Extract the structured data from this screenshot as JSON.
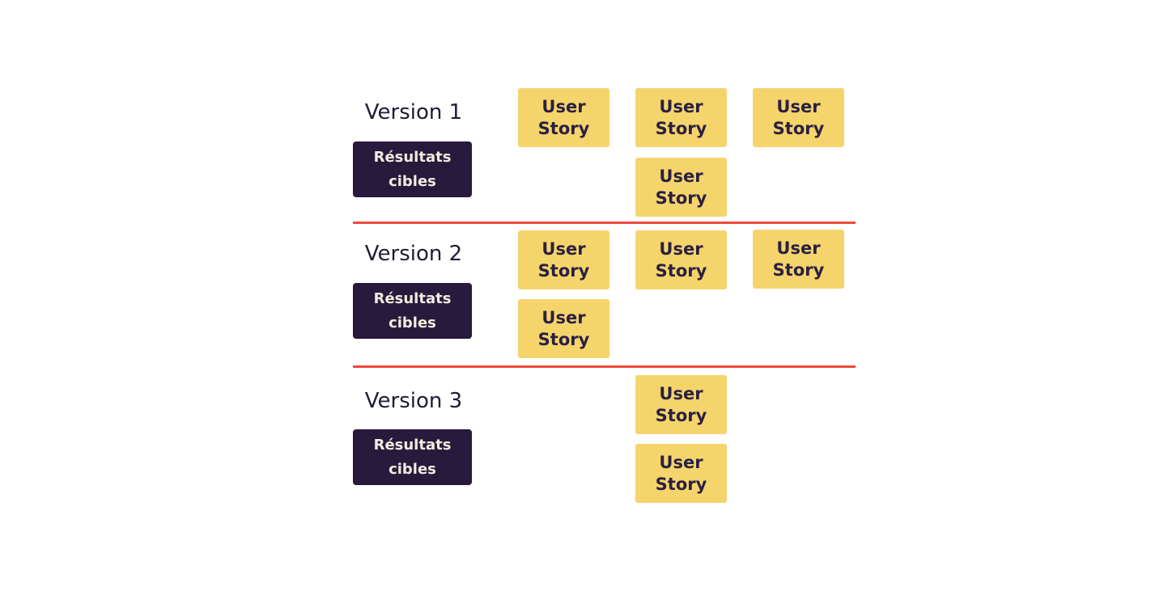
{
  "colors": {
    "result_box": "#281a3c",
    "story": "#f6d46c",
    "separator": "#f04a3a"
  },
  "versions": [
    {
      "label": "Version 1",
      "result": "Résultats cibles",
      "stories": [
        "User Story",
        "User Story",
        "User Story",
        "User Story"
      ]
    },
    {
      "label": "Version 2",
      "result": "Résultats cibles",
      "stories": [
        "User Story",
        "User Story",
        "User Story",
        "User Story"
      ]
    },
    {
      "label": "Version 3",
      "result": "Résultats cibles",
      "stories": [
        "User Story",
        "User Story"
      ]
    }
  ]
}
